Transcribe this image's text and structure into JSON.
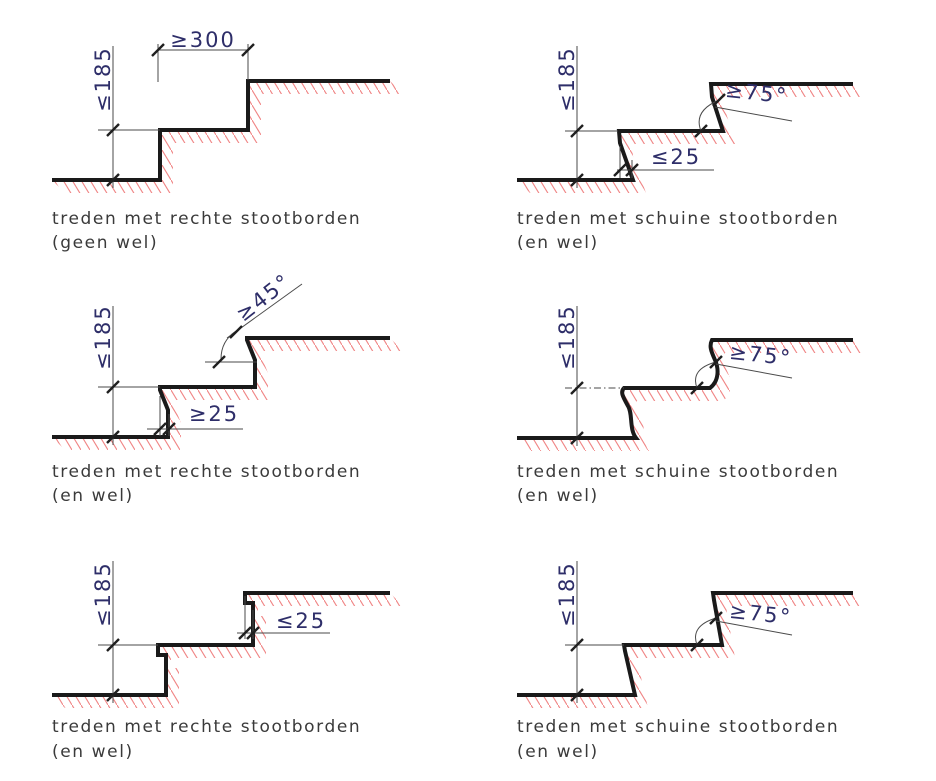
{
  "figure": {
    "subject": "stair tread and riser profile requirements",
    "language": "Dutch"
  },
  "colors": {
    "profile_line": "#1a1a1a",
    "hatch": "#f08585",
    "dimension_text": "#2e2e69",
    "caption_text": "#3a3a3a",
    "background": "#ffffff"
  },
  "panels": [
    {
      "id": "top-left",
      "caption_line1": "treden met rechte stootborden",
      "caption_line2": "(geen wel)",
      "dims": {
        "riser_height": "≤185",
        "tread_depth": "≥300"
      }
    },
    {
      "id": "top-right",
      "caption_line1": "treden met schuine stootborden",
      "caption_line2": "(en wel)",
      "dims": {
        "riser_height": "≤185",
        "nose_offset": "≤25",
        "riser_angle": "≥75°"
      }
    },
    {
      "id": "middle-left",
      "caption_line1": "treden met rechte stootborden",
      "caption_line2": "(en wel)",
      "dims": {
        "riser_height": "≤185",
        "nose_offset": "≥25",
        "nose_angle": "≥45°"
      }
    },
    {
      "id": "middle-right",
      "caption_line1": "treden met schuine stootborden",
      "caption_line2": "(en wel)",
      "dims": {
        "riser_height": "≤185",
        "riser_angle": "≥75°"
      }
    },
    {
      "id": "bottom-left",
      "caption_line1": "treden met rechte stootborden",
      "caption_line2": "(en wel)",
      "dims": {
        "riser_height": "≤185",
        "nose_offset": "≤25"
      }
    },
    {
      "id": "bottom-right",
      "caption_line1": "treden met schuine stootborden",
      "caption_line2": "(en wel)",
      "dims": {
        "riser_height": "≤185",
        "riser_angle": "≥75°"
      }
    }
  ]
}
